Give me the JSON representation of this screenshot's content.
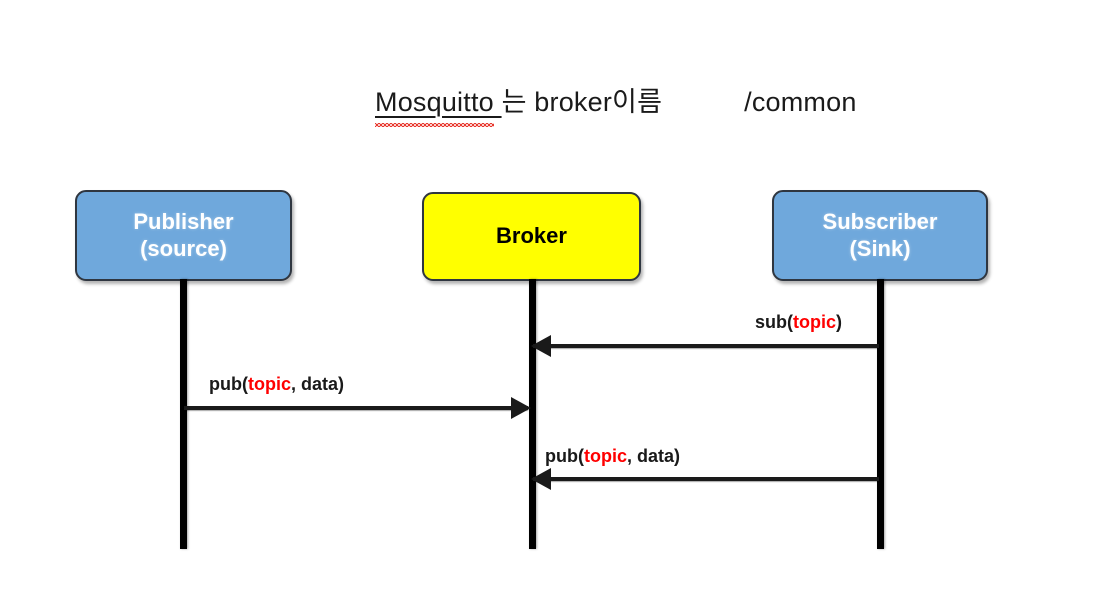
{
  "title": {
    "subject": "Mosquitto ",
    "predicate": "는 broker이름",
    "topic_path": "/common"
  },
  "diagram": {
    "type": "sequence-diagram",
    "colors": {
      "participant_blue": "#6fa8dc",
      "participant_yellow": "#ffff00",
      "border": "#2f3640",
      "lifeline": "#000000",
      "highlight_red": "#ff0000"
    },
    "participants": [
      {
        "id": "publisher",
        "line1": "Publisher",
        "line2": "(source)",
        "style": "blue"
      },
      {
        "id": "broker",
        "line1": "Broker",
        "line2": "",
        "style": "yellow"
      },
      {
        "id": "subscriber",
        "line1": "Subscriber",
        "line2": "(Sink)",
        "style": "blue"
      }
    ],
    "messages": [
      {
        "id": "sub",
        "from": "subscriber",
        "to": "broker",
        "direction": "left",
        "label_pre": "sub(",
        "label_highlight": "topic",
        "label_post": ")"
      },
      {
        "id": "pub-publish",
        "from": "publisher",
        "to": "broker",
        "direction": "right",
        "label_pre": "pub(",
        "label_highlight": "topic",
        "label_post": ", data)"
      },
      {
        "id": "pub-deliver",
        "from": "broker",
        "to": "subscriber",
        "direction": "left",
        "label_pre": "pub(",
        "label_highlight": "topic",
        "label_post": ", data)"
      }
    ]
  }
}
